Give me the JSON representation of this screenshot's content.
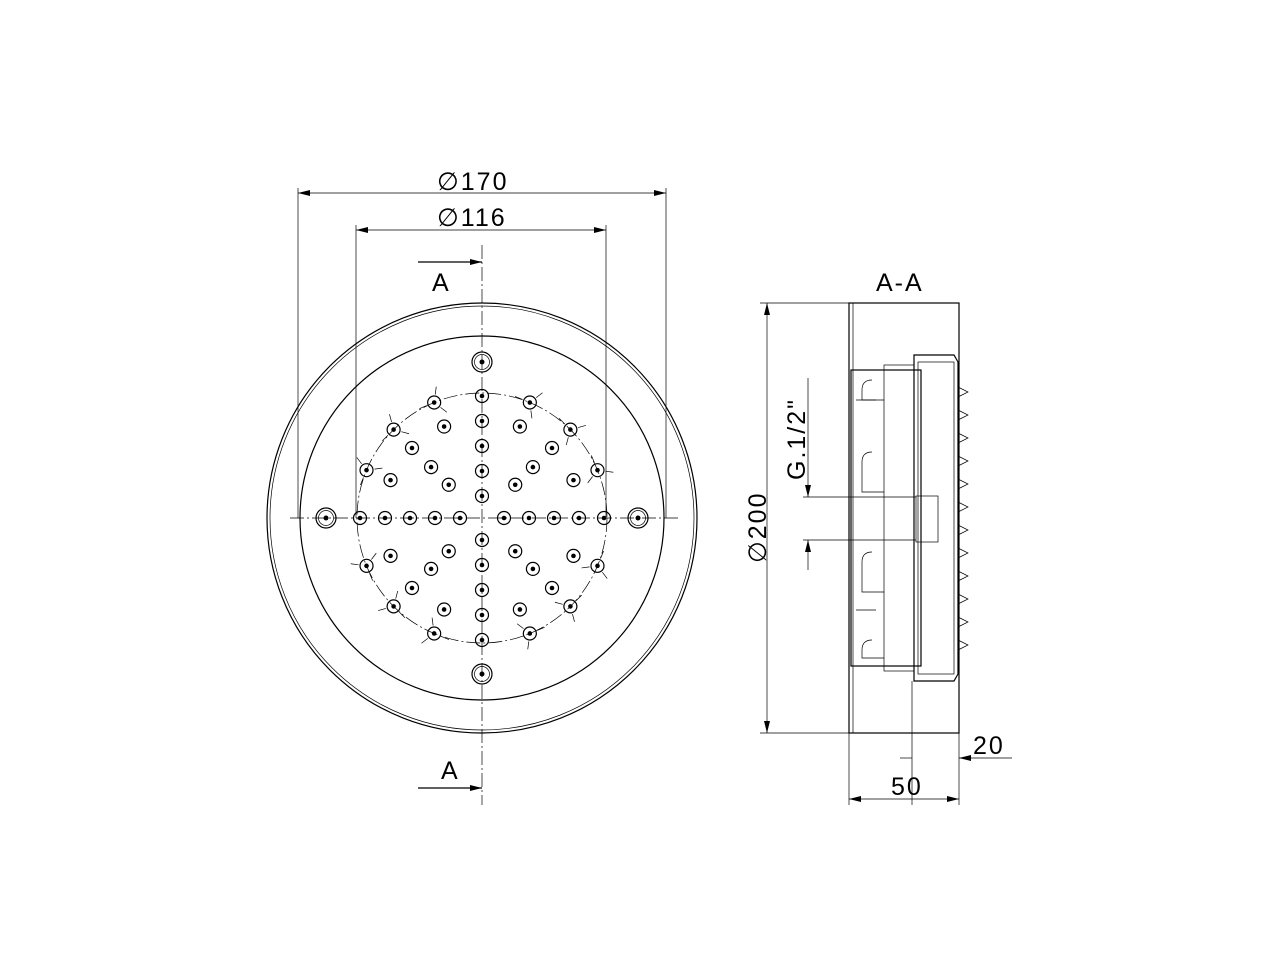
{
  "drawing": {
    "front_view": {
      "dim_outer": "∅170",
      "dim_inner": "∅116",
      "section_label_top": "A",
      "section_label_bottom": "A"
    },
    "section_view": {
      "title": "A-A",
      "dim_height": "∅200",
      "dim_thread": "G.1/2\"",
      "dim_depth_small": "20",
      "dim_depth_total": "50"
    }
  }
}
